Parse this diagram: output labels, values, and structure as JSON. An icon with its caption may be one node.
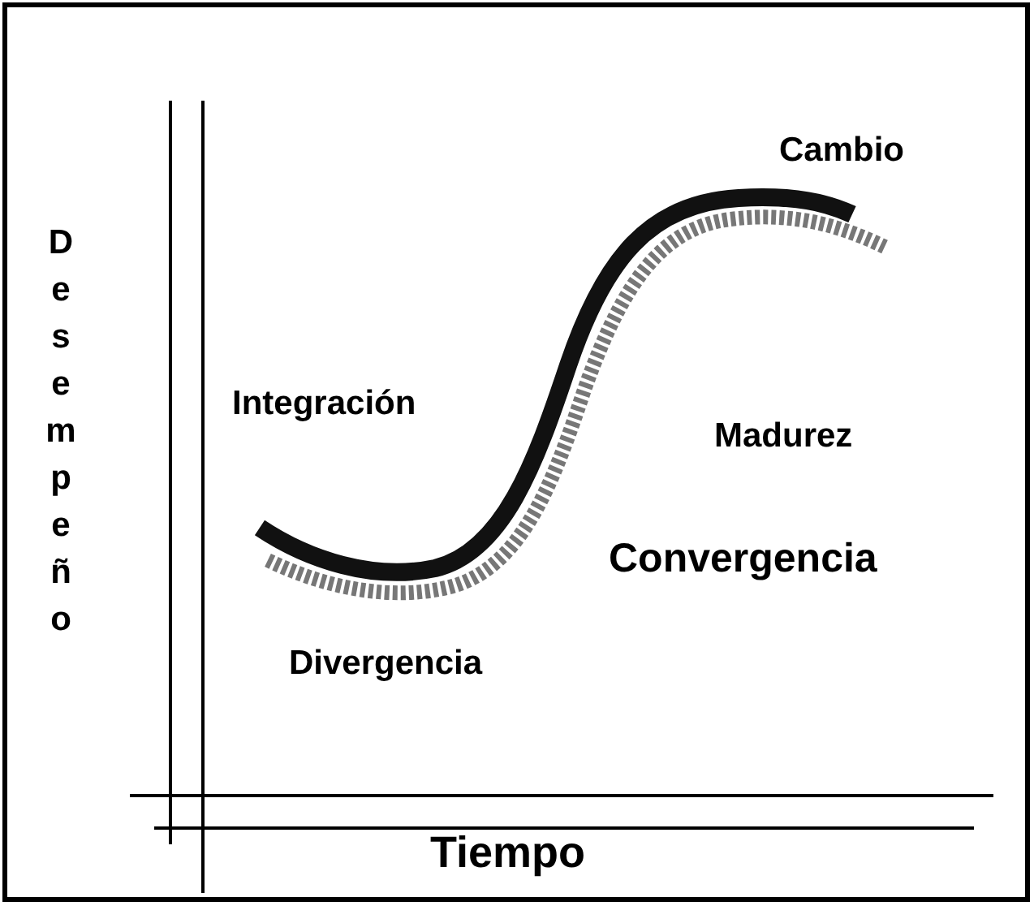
{
  "diagram": {
    "labels": [
      "Cambio",
      "Desempeño",
      "Integración",
      "Madurez",
      "Convergencia",
      "Divergencia",
      "Tiempo"
    ]
  }
}
